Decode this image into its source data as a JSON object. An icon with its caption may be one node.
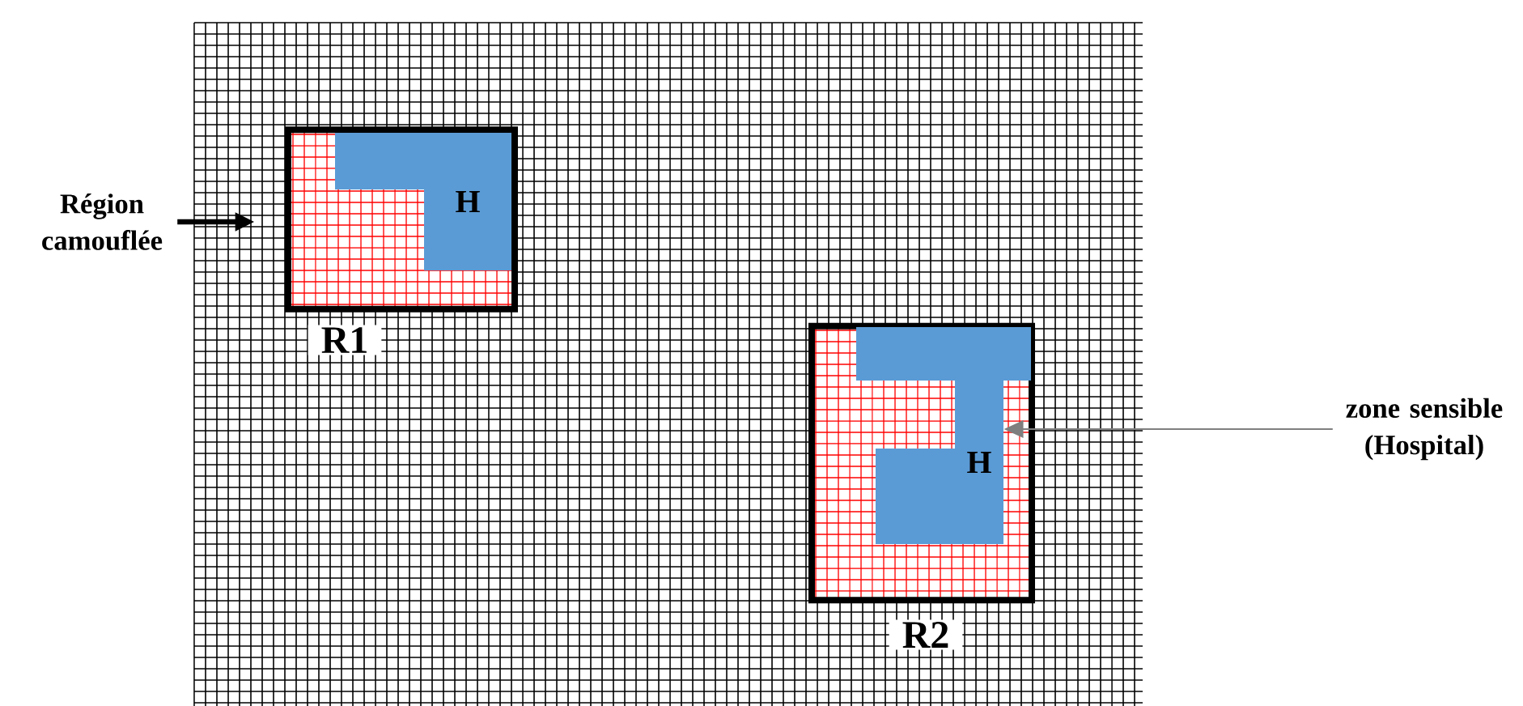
{
  "diagram": {
    "nodes": [
      {
        "text": [
          "Région camouflée"
        ]
      },
      {
        "text": [],
        "shape": "box",
        "beside": [
          "R1"
        ]
      },
      {
        "text": [
          "H"
        ],
        "in": 1
      },
      {
        "text": [],
        "shape": "box",
        "beside": [
          "R2"
        ]
      },
      {
        "text": [
          "H"
        ],
        "in": 3
      },
      {
        "text": [
          "zone sensible (Hospital)"
        ]
      }
    ],
    "edges": [
      {
        "from": 0,
        "to": 1,
        "arrow": "to",
        "style": "thick"
      },
      {
        "from": 5,
        "to": 4,
        "arrow": "to",
        "color": "#7f7f7f"
      }
    ]
  }
}
